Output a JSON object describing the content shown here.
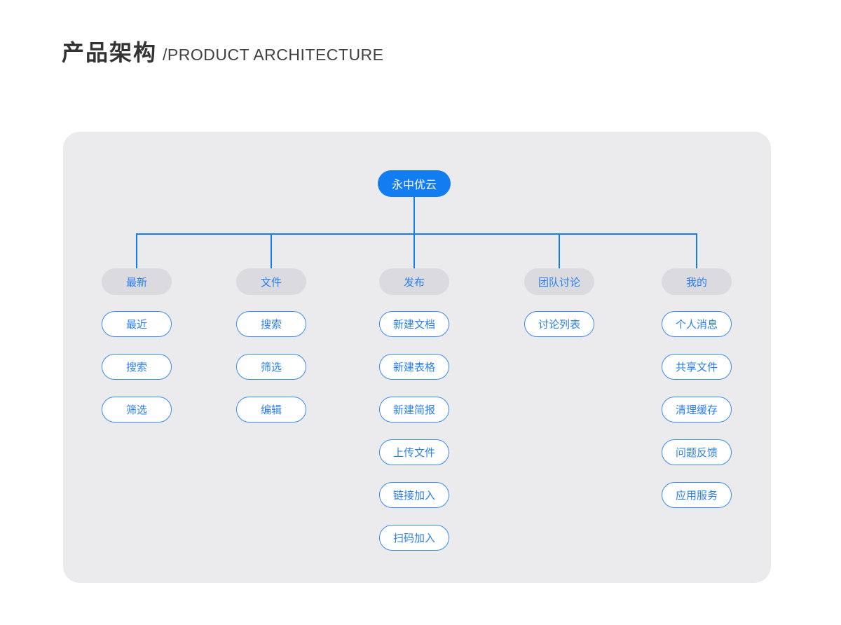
{
  "page": {
    "title_zh": "产品架构",
    "title_en": "/PRODUCT ARCHITECTURE"
  },
  "colors": {
    "accent_blue": "#127df0",
    "node_border_blue": "#3a8af2",
    "node_text_blue": "#2b7ff0",
    "category_bg": "#dbdbdf",
    "card_bg": "#ebebed",
    "root_text": "#ffffff",
    "title_color": "#333333"
  },
  "tree": {
    "root": "永中优云",
    "columns": [
      {
        "category": "最新",
        "children": [
          "最近",
          "搜索",
          "筛选"
        ]
      },
      {
        "category": "文件",
        "children": [
          "搜索",
          "筛选",
          "编辑"
        ]
      },
      {
        "category": "发布",
        "children": [
          "新建文档",
          "新建表格",
          "新建简报",
          "上传文件",
          "链接加入",
          "扫码加入"
        ]
      },
      {
        "category": "团队讨论",
        "children": [
          "讨论列表"
        ]
      },
      {
        "category": "我的",
        "children": [
          "个人消息",
          "共享文件",
          "清理缓存",
          "问题反馈",
          "应用服务"
        ]
      }
    ]
  }
}
